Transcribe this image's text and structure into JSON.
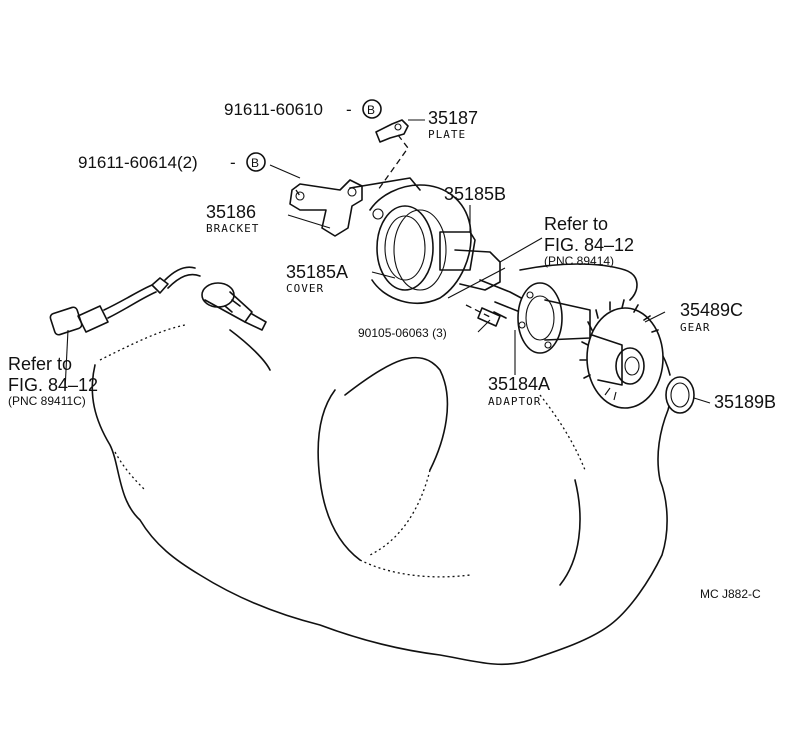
{
  "parts": {
    "bolt_plate": "91611-60610",
    "bolt_bracket": "91611-60614(2)",
    "bolt_mark": "B",
    "plate_no": "35187",
    "plate_name": "PLATE",
    "cover_no_b": "35185B",
    "bracket_no": "35186",
    "bracket_name": "BRACKET",
    "cover_no_a": "35185A",
    "cover_name": "COVER",
    "bolt_adaptor": "90105-06063 (3)",
    "adaptor_no": "35184A",
    "adaptor_name": "ADAPTOR",
    "gear_no": "35489C",
    "gear_name": "GEAR",
    "ring_no": "35189B"
  },
  "refs": {
    "upper_line1": "Refer to",
    "upper_line2": "FIG. 84–12",
    "upper_line3": "(PNC 89414)",
    "lower_line1": "Refer to",
    "lower_line2": "FIG. 84–12",
    "lower_line3": "(PNC 89411C)"
  },
  "footer_code": "MC  J882-C"
}
